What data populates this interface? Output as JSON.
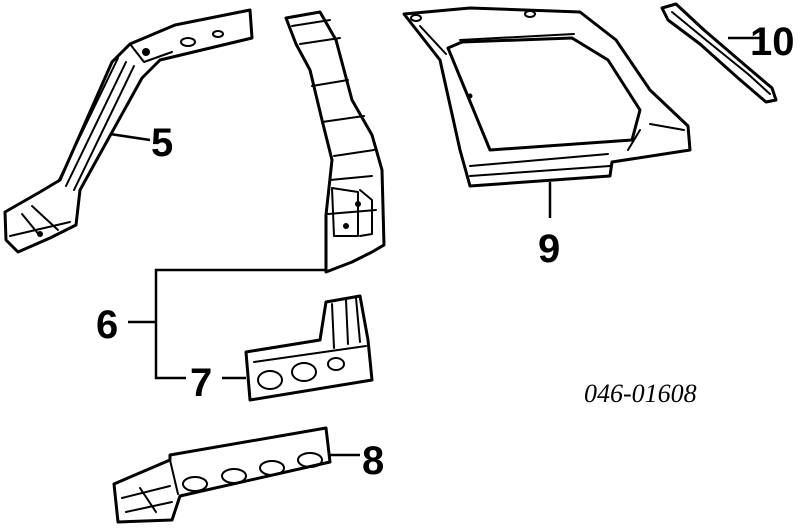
{
  "callouts": {
    "part5": "5",
    "part6": "6",
    "part7": "7",
    "part8": "8",
    "part9": "9",
    "part10": "10"
  },
  "catalog_number": "046-01608"
}
